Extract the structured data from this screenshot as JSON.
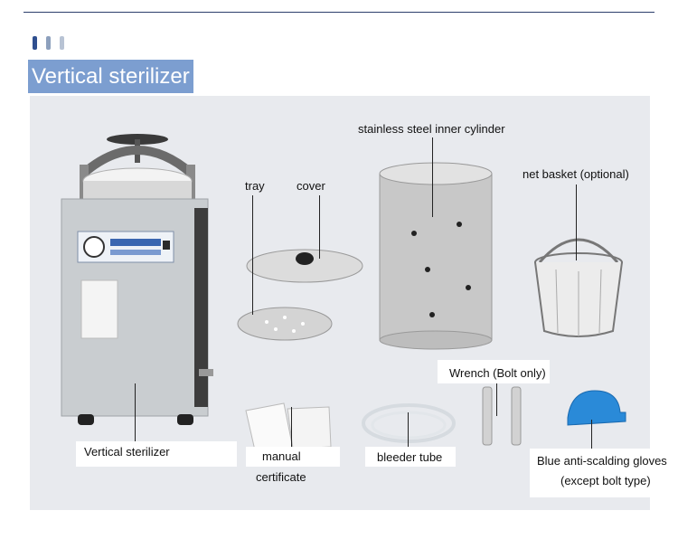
{
  "header": {
    "title": "Vertical sterilizer"
  },
  "accent_colors": {
    "bar1": "#2f4f8f",
    "bar2": "#8da0bd",
    "bar3": "#b8c3d4",
    "title_bg": "#7c9ed0"
  },
  "labels": {
    "inner_cylinder": "stainless steel inner cylinder",
    "tray": "tray",
    "cover": "cover",
    "net_basket": "net basket (optional)",
    "wrench": "Wrench (Bolt only)",
    "sterilizer": "Vertical sterilizer",
    "manual": "manual",
    "certificate": "certificate",
    "bleeder_tube": "bleeder tube",
    "gloves_line1": "Blue anti-scalding gloves",
    "gloves_line2": "(except bolt type)"
  }
}
